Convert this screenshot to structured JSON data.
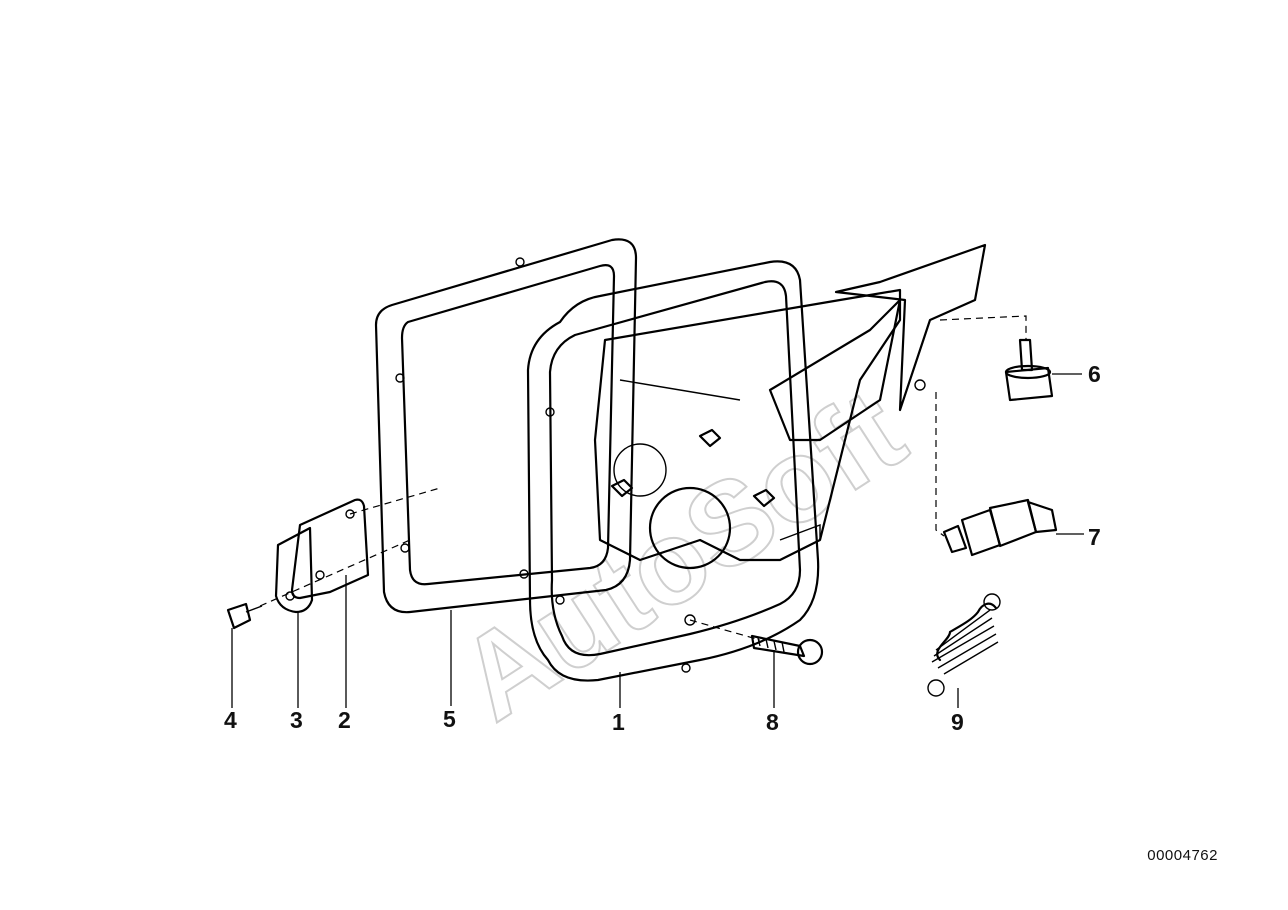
{
  "watermark": "AutoSoft",
  "document_number": "00004762",
  "callouts": [
    {
      "id": "1",
      "label": "1"
    },
    {
      "id": "2",
      "label": "2"
    },
    {
      "id": "3",
      "label": "3"
    },
    {
      "id": "4",
      "label": "4"
    },
    {
      "id": "5",
      "label": "5"
    },
    {
      "id": "6",
      "label": "6"
    },
    {
      "id": "7",
      "label": "7"
    },
    {
      "id": "8",
      "label": "8"
    },
    {
      "id": "9",
      "label": "9"
    }
  ]
}
